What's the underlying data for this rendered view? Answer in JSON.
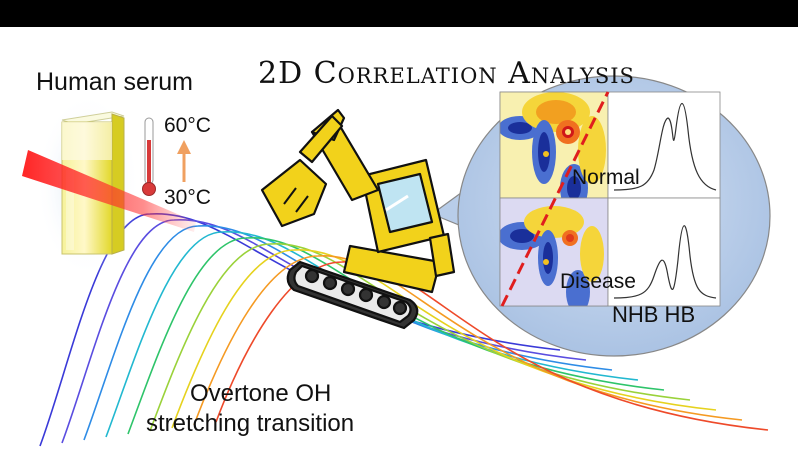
{
  "title": "2D Correlation Analysis",
  "sample_label": "Human serum",
  "temperature_high": "60°C",
  "temperature_low": "30°C",
  "normal_label": "Normal",
  "disease_label": "Disease",
  "band_labels": "NHB HB",
  "caption_line1": "Overtone OH",
  "caption_line2": "stretching transition",
  "colors": {
    "top_bar": "#000000",
    "beam": "#ff2020",
    "excavator": "#f2d21b",
    "bubble": "#b4cbe8",
    "correlation_line": "#e01e1e"
  },
  "spectra_colors": [
    "#3a3ad8",
    "#5a4de0",
    "#2e8ce6",
    "#22b8d0",
    "#2ec46a",
    "#9ad23a",
    "#e6d21e",
    "#f59a22",
    "#ee4a2a"
  ]
}
